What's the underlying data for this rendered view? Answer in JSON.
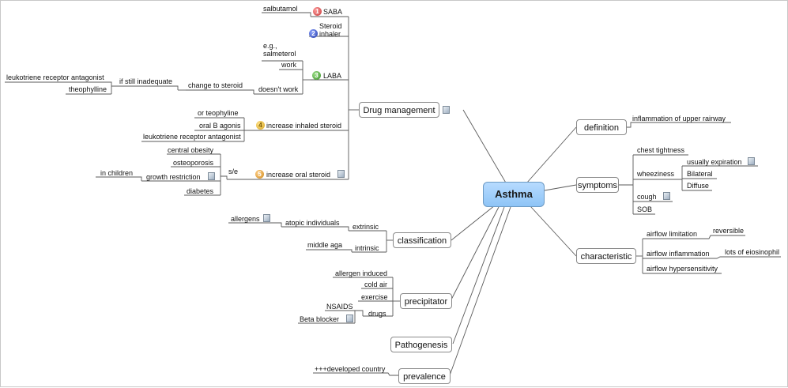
{
  "center": "Asthma",
  "right": {
    "definition": {
      "label": "definition",
      "child": "inflammation of upper rairway"
    },
    "symptoms": {
      "label": "symptoms",
      "chest": "chest tightness",
      "wheeziness": "wheeziness",
      "wheeze_children": [
        "usually expiration",
        "Bilateral",
        "Diffuse"
      ],
      "cough": "cough",
      "sob": "SOB"
    },
    "characteristic": {
      "label": "characteristic",
      "limitation": "airflow limitation",
      "limitation_child": "reversible",
      "inflammation": "airflow inflammation",
      "inflammation_child": "lots of eiosinophil",
      "hyper": "airflow hypersensitivity"
    }
  },
  "left": {
    "drug": {
      "label": "Drug management",
      "saba": "SABA",
      "saba_child": "salbutamol",
      "steroid": "Steroid inhaler",
      "laba": "LABA",
      "laba_eg": "e.g., salmeterol",
      "laba_work": "work",
      "laba_not": "doesn't work",
      "change": "change to steroid",
      "if_still": "if still inadequate",
      "lta": "leukotriene receptor antagonist",
      "theo": "theophylline",
      "increase_inhaled": "increase inhaled steroid",
      "inhaled_children": [
        "or teophyline",
        "oral B agonis",
        "leukotriene receptor antagonist"
      ],
      "increase_oral": "increase oral steroid",
      "se": "s/e",
      "se_children": [
        "central obesity",
        "osteoporosis",
        "growth restriction",
        "diabetes"
      ],
      "in_children": "in children"
    },
    "classification": {
      "label": "classification",
      "extrinsic": "extrinsic",
      "atopic": "atopic individuals",
      "allergens": "allergens",
      "intrinsic": "intrinsic",
      "middle": "middle aga"
    },
    "precipitator": {
      "label": "precipitator",
      "items": [
        "allergen induced",
        "cold air",
        "exercise"
      ],
      "drugs": "drugs",
      "drug_items": [
        "NSAIDS",
        "Beta blocker"
      ]
    },
    "pathogenesis": {
      "label": "Pathogenesis"
    },
    "prevalence": {
      "label": "prevalence",
      "child": "+++developed country"
    }
  },
  "colors": {
    "center_fill": "#9fcdf8",
    "line": "#555555",
    "border": "#8a8a8a"
  }
}
